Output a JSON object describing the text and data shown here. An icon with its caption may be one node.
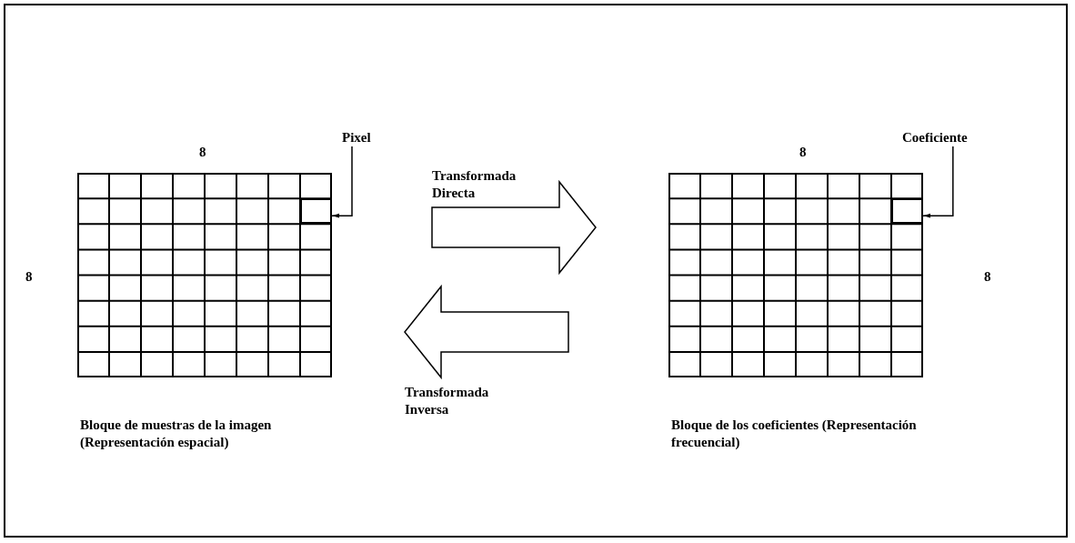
{
  "diagram": {
    "nodes": [
      {
        "text": [],
        "shape": "box",
        "beside": [
          "Bloque de muestras de la imagen (Representación espacial)"
        ]
      },
      {
        "text": [],
        "shape": "box",
        "in": 0
      },
      {
        "text": [
          "Pixel"
        ]
      },
      {
        "text": [],
        "shape": "box",
        "beside": [
          "Bloque de los coeficientes (Representación frecuencial)"
        ]
      },
      {
        "text": [],
        "shape": "box",
        "in": 3
      },
      {
        "text": [
          "Coeficiente"
        ]
      }
    ],
    "edges": [
      {
        "from": 0,
        "to": 3,
        "arrow": "to",
        "label": "Transformada Directa",
        "style": "thick"
      },
      {
        "from": 3,
        "to": 0,
        "arrow": "to",
        "label": "Transformada Inversa",
        "style": "thick"
      },
      {
        "from": 2,
        "to": 1,
        "arrow": "to"
      },
      {
        "from": 5,
        "to": 4,
        "arrow": "to"
      }
    ],
    "labels": [
      "8",
      "8",
      "8",
      "8"
    ]
  }
}
